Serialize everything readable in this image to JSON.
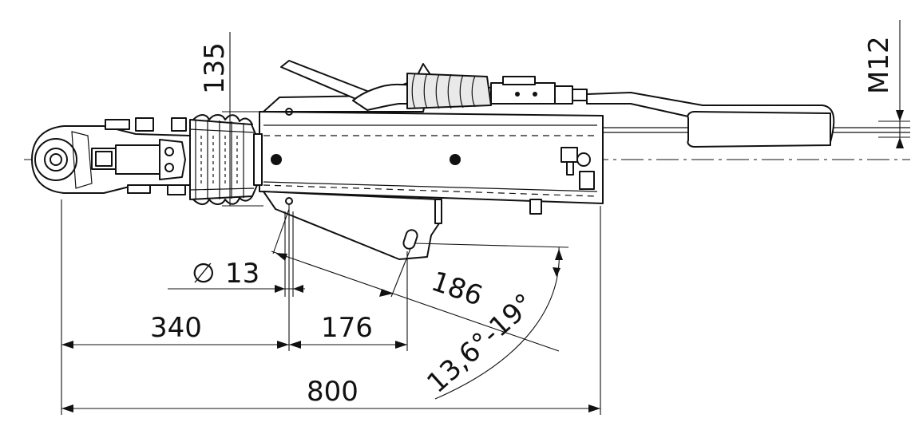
{
  "drawing": {
    "dimensions": {
      "height_top": "135",
      "thread": "M12",
      "hole_diameter": "13",
      "diameter_symbol": "∅",
      "ball_to_hole": "340",
      "hole_spacing": "176",
      "slot_length": "186",
      "angle_range": "13,6°-19°",
      "overall_length": "800"
    }
  }
}
